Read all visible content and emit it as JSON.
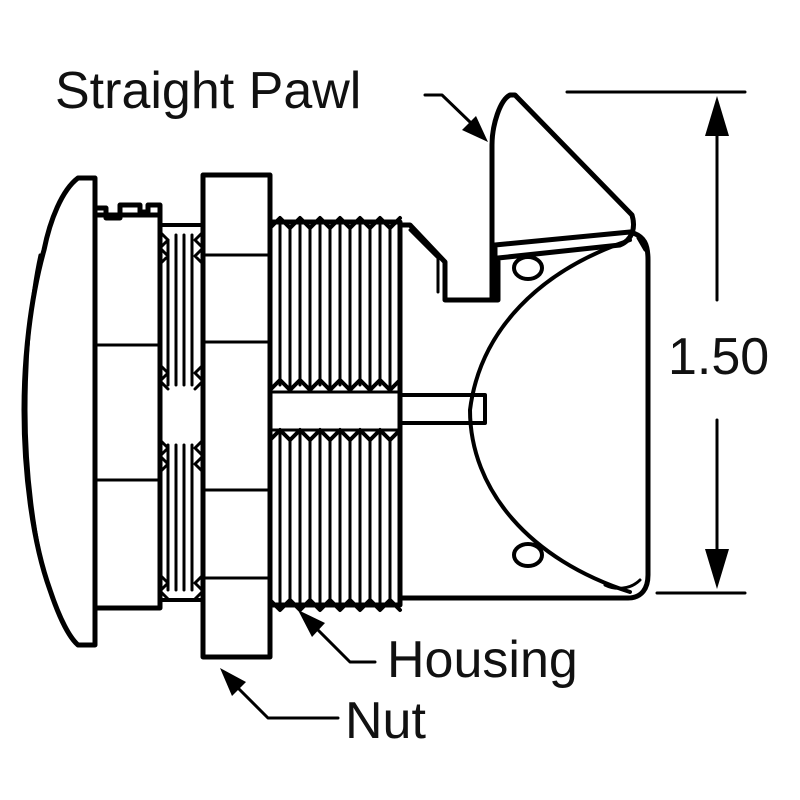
{
  "labels": {
    "pawl": "Straight Pawl",
    "housing": "Housing",
    "nut": "Nut",
    "dimension": "1.50"
  },
  "colors": {
    "ink": "#000000",
    "background": "#ffffff"
  }
}
